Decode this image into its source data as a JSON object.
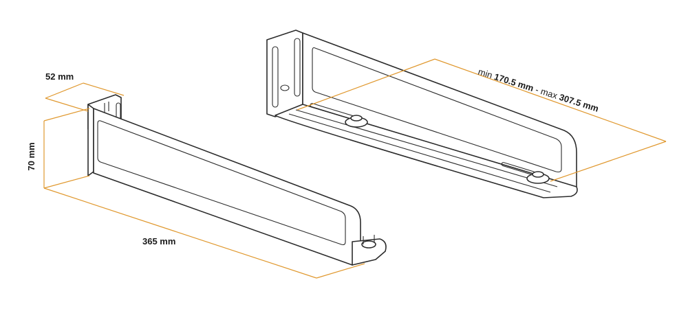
{
  "dimensions": {
    "depth_label": "52 mm",
    "height_label": "70 mm",
    "length_label": "365 mm",
    "adjust": {
      "min_prefix": "min ",
      "min_value": "170.5 mm",
      "separator": " - max ",
      "max_value": "307.5 mm"
    }
  },
  "colors": {
    "dimension_line": "#e0982e",
    "outline": "#2b2b2b"
  }
}
